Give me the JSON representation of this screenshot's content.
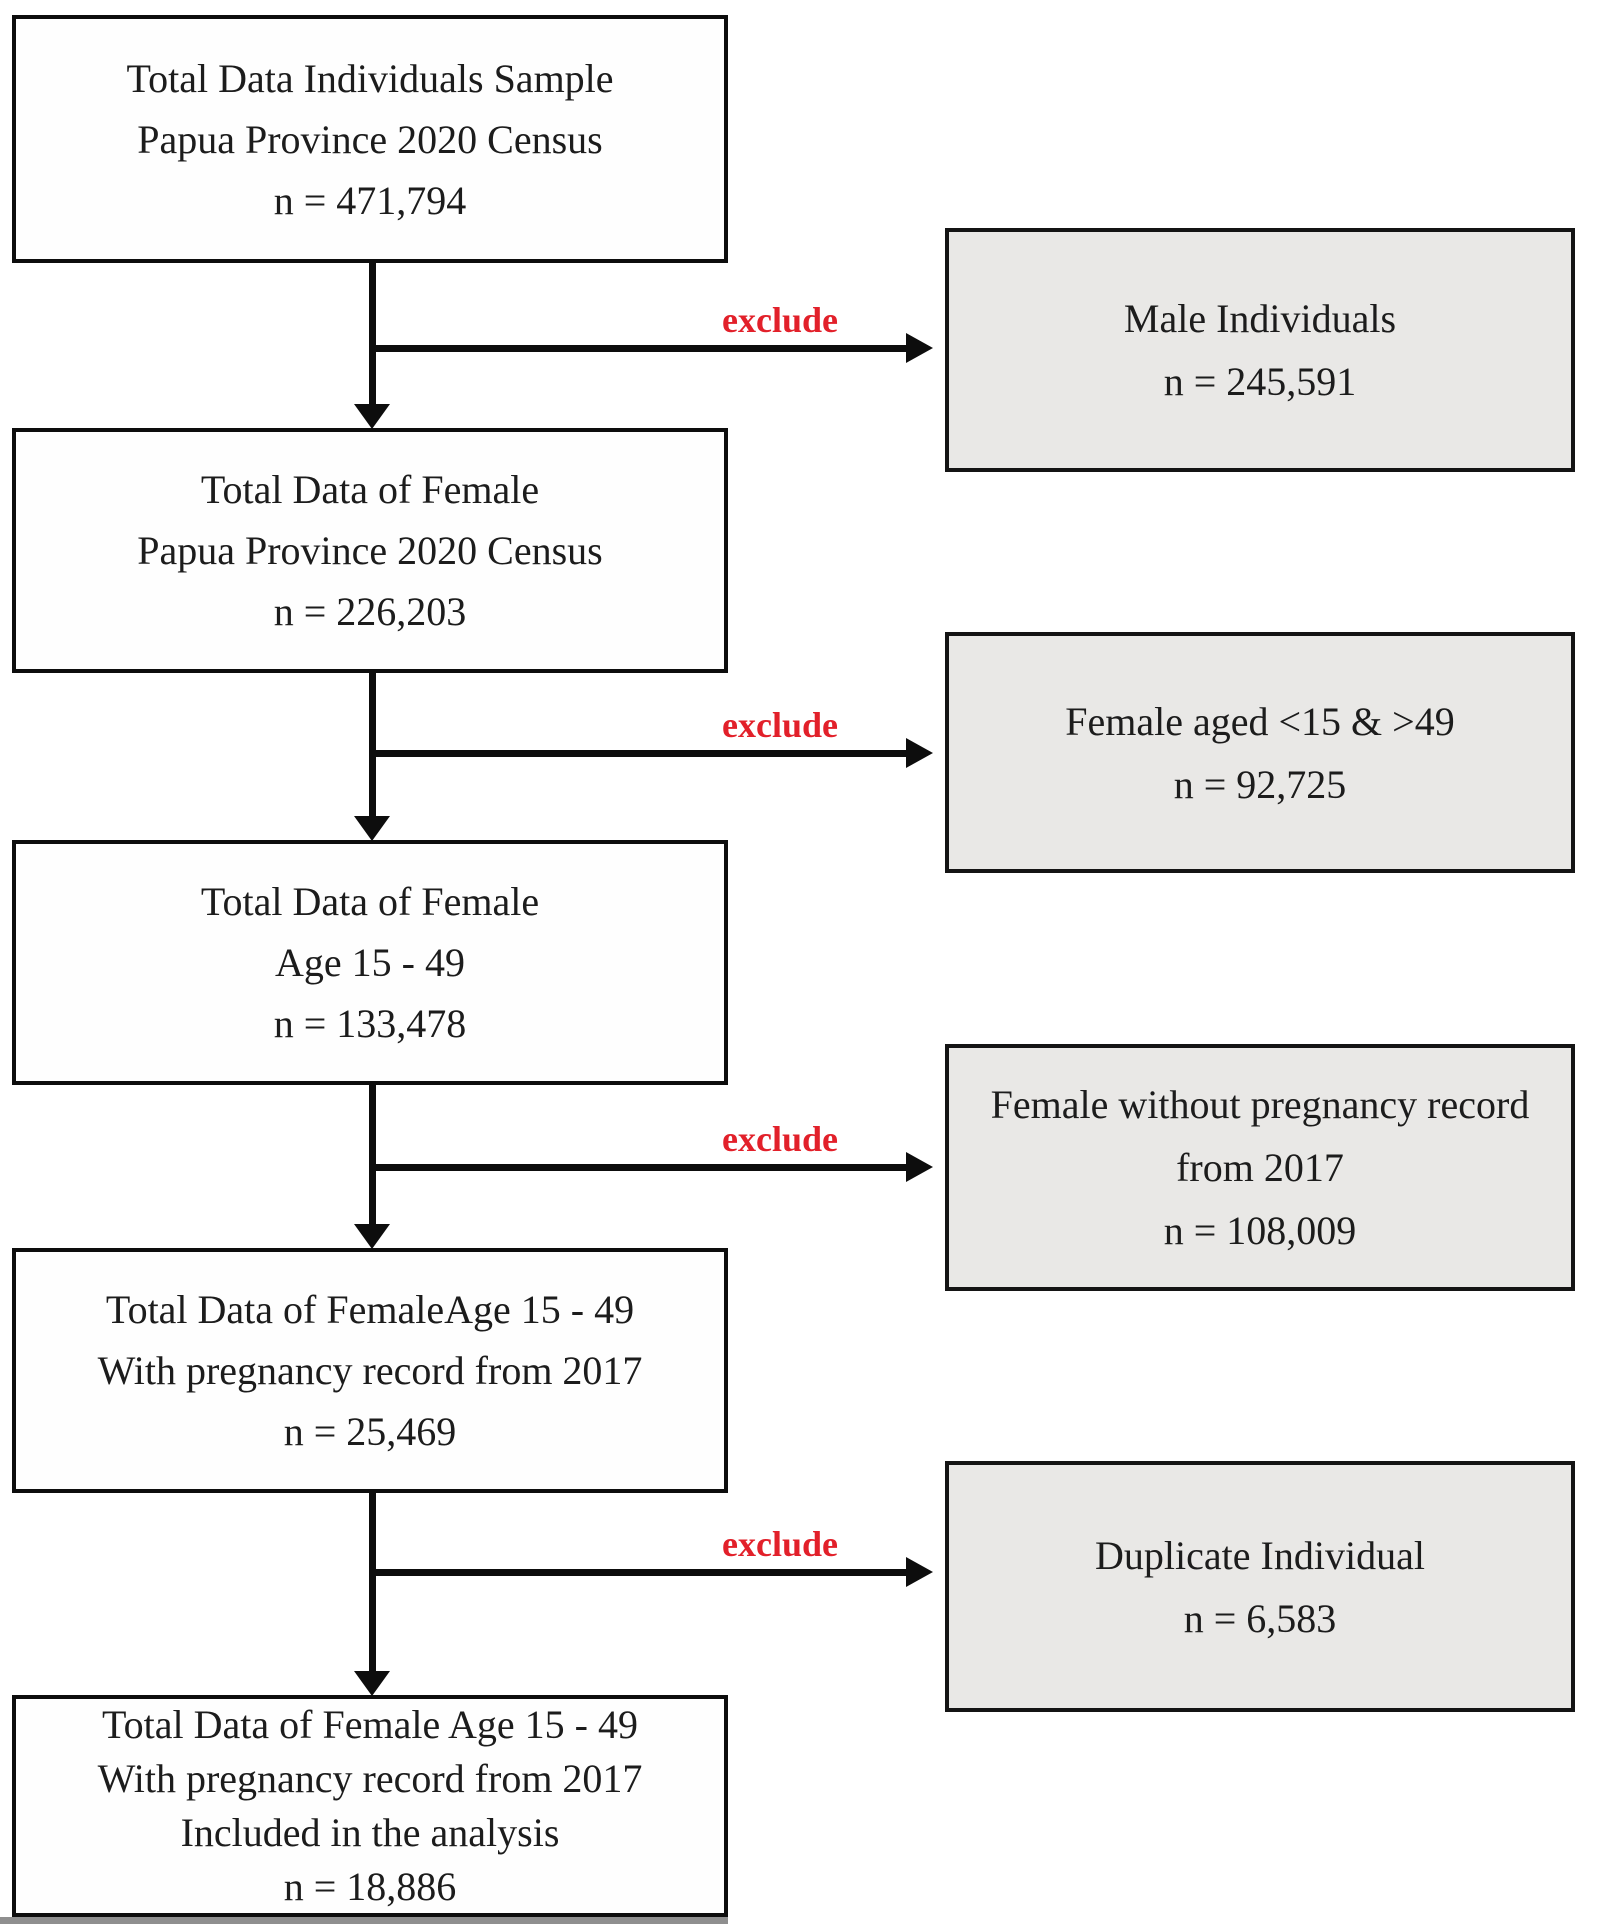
{
  "diagram": {
    "exclude_label": "exclude",
    "colors": {
      "included_box_fill": "#fefefe",
      "excluded_box_fill": "#e9e8e6",
      "line_color": "#0d0d0d",
      "exclude_text_color": "#e2202a"
    },
    "steps": [
      {
        "lines": [
          "Total Data Individuals Sample",
          "Papua Province 2020 Census",
          "n = 471,794"
        ]
      },
      {
        "lines": [
          "Total Data of Female",
          "Papua Province 2020 Census",
          "n = 226,203"
        ]
      },
      {
        "lines": [
          "Total Data of Female",
          "Age 15 - 49",
          "n = 133,478"
        ]
      },
      {
        "lines": [
          "Total Data of FemaleAge 15 - 49",
          "With pregnancy record from 2017",
          "n = 25,469"
        ]
      },
      {
        "lines": [
          "Total Data of Female Age 15 - 49",
          "With pregnancy record from 2017",
          "Included in the analysis",
          "n = 18,886"
        ]
      }
    ],
    "exclusions": [
      {
        "lines": [
          "Male Individuals",
          "n = 245,591"
        ]
      },
      {
        "lines": [
          "Female aged <15 & >49",
          "n = 92,725"
        ]
      },
      {
        "lines": [
          "Female without pregnancy record",
          "from 2017",
          "n = 108,009"
        ]
      },
      {
        "lines": [
          "Duplicate Individual",
          "n = 6,583"
        ]
      }
    ]
  }
}
